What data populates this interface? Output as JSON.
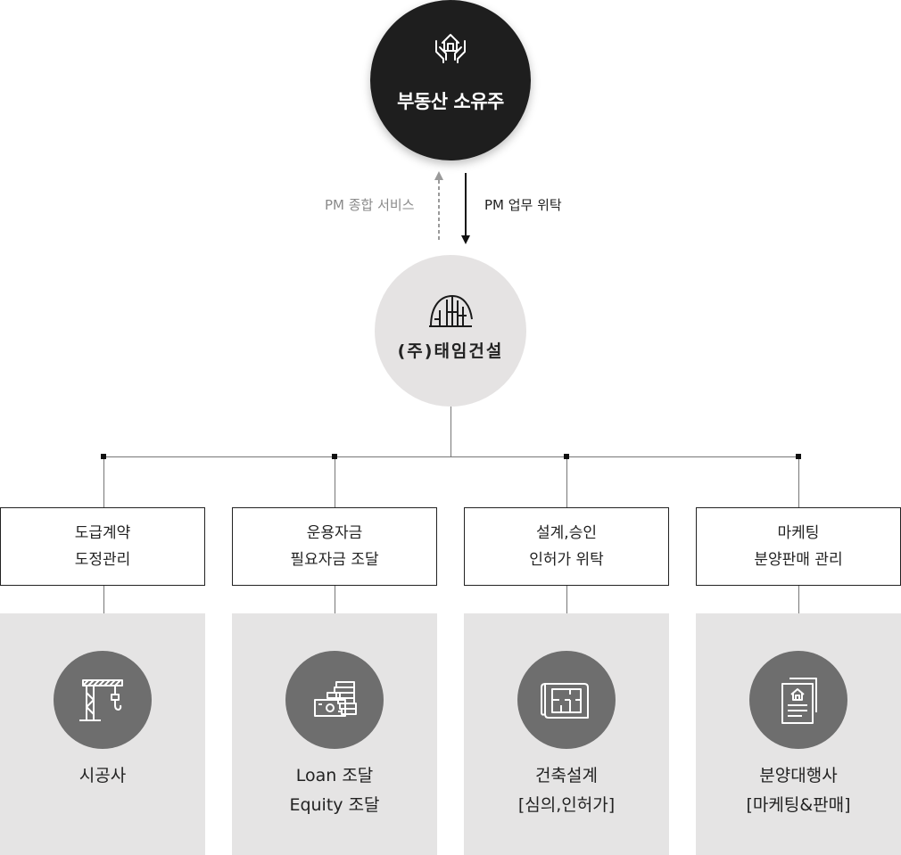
{
  "owner": {
    "title": "부동산 소유주",
    "icon": "hands-house-icon"
  },
  "flow": {
    "service_label": "PM 종합 서비스",
    "delegation_label": "PM 업무 위탁"
  },
  "company": {
    "name": "(주)태임건설",
    "icon": "building-logo-icon"
  },
  "tasks": [
    {
      "line1": "도급계약",
      "line2": "도정관리"
    },
    {
      "line1": "운용자금",
      "line2": "필요자금 조달"
    },
    {
      "line1": "설계,승인",
      "line2": "인허가 위탁"
    },
    {
      "line1": "마케팅",
      "line2": "분양판매 관리"
    }
  ],
  "partners": [
    {
      "line1": "시공사",
      "line2": "",
      "icon": "crane-icon"
    },
    {
      "line1": "Loan 조달",
      "line2": "Equity 조달",
      "icon": "money-stack-icon"
    },
    {
      "line1": "건축설계",
      "line2": "[심의,인허가]",
      "icon": "blueprint-icon"
    },
    {
      "line1": "분양대행사",
      "line2": "[마케팅&판매]",
      "icon": "sales-document-icon"
    }
  ],
  "colors": {
    "owner_circle": "#1e1e1e",
    "company_circle": "#e5e3e3",
    "panel_bg": "#e5e4e4",
    "icon_circle": "#6e6e6e",
    "muted_text": "#8a8a8a"
  }
}
